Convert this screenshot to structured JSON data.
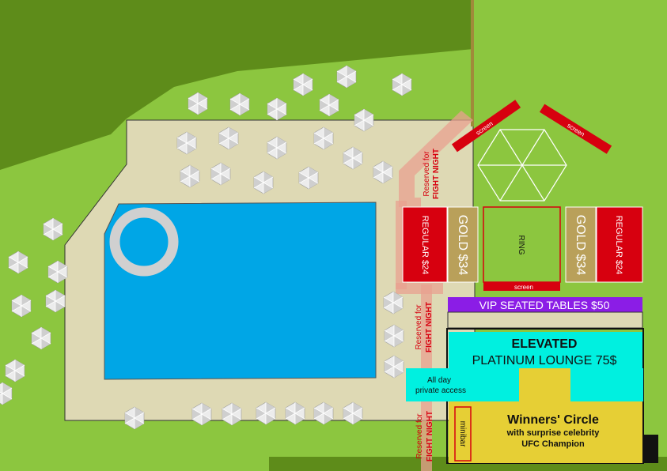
{
  "colors": {
    "grass": "#8cc63f",
    "dark_grass": "#5e8c1a",
    "sand": "#ded9b4",
    "pool": "#00a6e6",
    "ring_float": "#d0d0d0",
    "red": "#d7000f",
    "gold": "#b9a05a",
    "purple": "#8b1de6",
    "cyan": "#00f0e0",
    "yellow": "#e6cf35",
    "salmon": "#e8a090",
    "path_brown": "#a08a3a",
    "umbrella": "#cfcfcf"
  },
  "screens": {
    "left": "screen",
    "right": "screen",
    "bottom": "screen"
  },
  "reserved": {
    "top": [
      "Reserved for",
      "FIGHT NIGHT"
    ],
    "middle": [
      "Reserved for",
      "FIGHT NIGHT"
    ],
    "bottom": [
      "Reserved for",
      "FIGHT NIGHT"
    ]
  },
  "seating": {
    "regular_left": "REGULAR $24",
    "gold_left": "GOLD $34",
    "ring": "RING",
    "gold_right": "GOLD $34",
    "regular_right": "REGULAR $24",
    "vip": "VIP SEATED TABLES $50"
  },
  "lounge": {
    "title": "ELEVATED",
    "subtitle": "PLATINUM LOUNGE 75$"
  },
  "private_access": [
    "All day",
    "private access"
  ],
  "winners": {
    "title": "Winners' Circle",
    "line1": "with surprise celebrity",
    "line2": "UFC Champion",
    "minibar": "minibar"
  }
}
